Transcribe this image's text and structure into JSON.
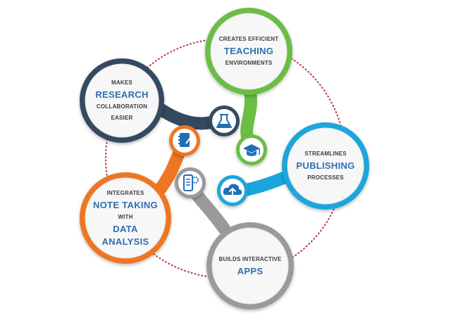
{
  "petals": [
    {
      "id": "research",
      "color": "#34495e",
      "lines": [
        {
          "text": "MAKES",
          "style": "small"
        },
        {
          "text": "RESEARCH",
          "style": "big"
        },
        {
          "text": "COLLABORATION",
          "style": "small"
        },
        {
          "text": "EASIER",
          "style": "small"
        }
      ],
      "icon": "flask-icon"
    },
    {
      "id": "teaching",
      "color": "#6bbd45",
      "lines": [
        {
          "text": "CREATES EFFICIENT",
          "style": "small"
        },
        {
          "text": "TEACHING",
          "style": "big"
        },
        {
          "text": "ENVIRONMENTS",
          "style": "small"
        }
      ],
      "icon": "graduation-cap-icon"
    },
    {
      "id": "publishing",
      "color": "#1aa6dc",
      "lines": [
        {
          "text": "STREAMLINES",
          "style": "small"
        },
        {
          "text": "PUBLISHING",
          "style": "big"
        },
        {
          "text": "PROCESSES",
          "style": "small"
        }
      ],
      "icon": "cloud-upload-icon"
    },
    {
      "id": "apps",
      "color": "#9a9a9a",
      "lines": [
        {
          "text": "BUILDS INTERACTIVE",
          "style": "small"
        },
        {
          "text": "APPS",
          "style": "big"
        }
      ],
      "icon": "app-settings-icon"
    },
    {
      "id": "note-taking",
      "color": "#ee7624",
      "lines": [
        {
          "text": "INTEGRATES",
          "style": "small"
        },
        {
          "text": "NOTE TAKING",
          "style": "big"
        },
        {
          "text": "WITH",
          "style": "small"
        },
        {
          "text": "DATA",
          "style": "big"
        },
        {
          "text": "ANALYSIS",
          "style": "big"
        }
      ],
      "icon": "notebook-icon"
    }
  ],
  "colors": {
    "ring_dots": "#b8343a",
    "text_dark": "#3c3c3c",
    "text_accent": "#2f6fb2"
  }
}
